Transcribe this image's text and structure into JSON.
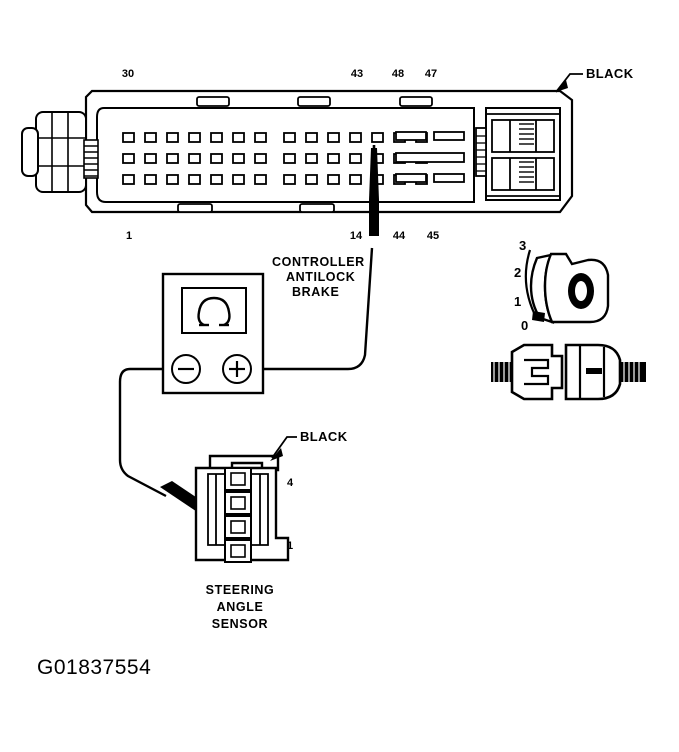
{
  "figure": {
    "id_label": "G01837554",
    "title_implied": "Steering Angle Sensor Circuit Test",
    "ink_color": "#000000",
    "background_color": "#ffffff"
  },
  "cab_connector": {
    "component_name": "CONTROLLER ANTILOCK BRAKE",
    "harness_color_callout": "BLACK",
    "top_pin_labels": [
      "30",
      "43",
      "48",
      "47"
    ],
    "bottom_pin_labels": [
      "1",
      "14",
      "44",
      "45"
    ],
    "pin_row_count": 3,
    "pins_per_row_left_group": 7,
    "pins_per_row_right_group": 7,
    "probe_inserted_at_pin": "14",
    "latch_tab_count": 3
  },
  "meter": {
    "type": "ohmmeter",
    "display_symbol": "Ω",
    "negative_terminal_label": "−",
    "positive_terminal_label": "+",
    "negative_lead_target": "STEERING ANGLE SENSOR pin 1",
    "positive_lead_target": "CONTROLLER ANTILOCK BRAKE pin 14"
  },
  "sensor_connector": {
    "component_name_lines": [
      "STEERING",
      "ANGLE",
      "SENSOR"
    ],
    "harness_color_callout": "BLACK",
    "top_pin_label": "4",
    "bottom_pin_label": "1",
    "cavity_count": 4,
    "probe_inserted_at_pin": "1"
  },
  "clockspring": {
    "dial_labels": [
      "3",
      "2",
      "1",
      "0"
    ],
    "description_implied": "rotary position indicator"
  },
  "inline_connector": {
    "description_implied": "two-piece inline plug and socket with wire pigtails"
  }
}
